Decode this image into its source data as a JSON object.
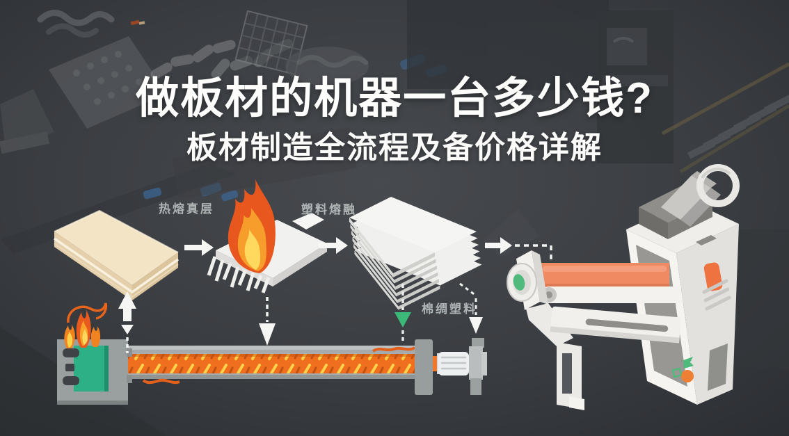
{
  "title": {
    "main": "做板材的机器一台多少钱?",
    "subtitle": "板材制造全流程及备价格详解"
  },
  "flow": {
    "labels": {
      "step1": "热熔真层",
      "step2": "塑料熔融",
      "step3": "棉绸塑料"
    },
    "icons": [
      "raw-board",
      "flame",
      "melted-sheet",
      "sheet-stack",
      "arrow-right",
      "dashed-arrow-down",
      "dashed-arrow-green",
      "double-arrow-vertical",
      "laminator-machine",
      "extruder-machine"
    ]
  },
  "colors": {
    "background": "#36393d",
    "title_text": "#fdfdfc",
    "label_text": "#cbd1d1",
    "board_beige": "#f3e4c6",
    "sheet_white": "#f5f5f3",
    "flame_orange": "#e8571d",
    "flame_mid": "#f79d2b",
    "flame_yellow": "#ffd95e",
    "roller_salmon": "#f08a62",
    "machine_white": "#f5f4f1",
    "machine_gray": "#989794",
    "extruder_green": "#2eb086",
    "molten_orange": "#ef6f1e",
    "molten_yellow": "#ffd24b",
    "accent_green": "#3cb878",
    "accent_orange": "#ee7f33",
    "arrow_white": "#f2f2f1"
  }
}
